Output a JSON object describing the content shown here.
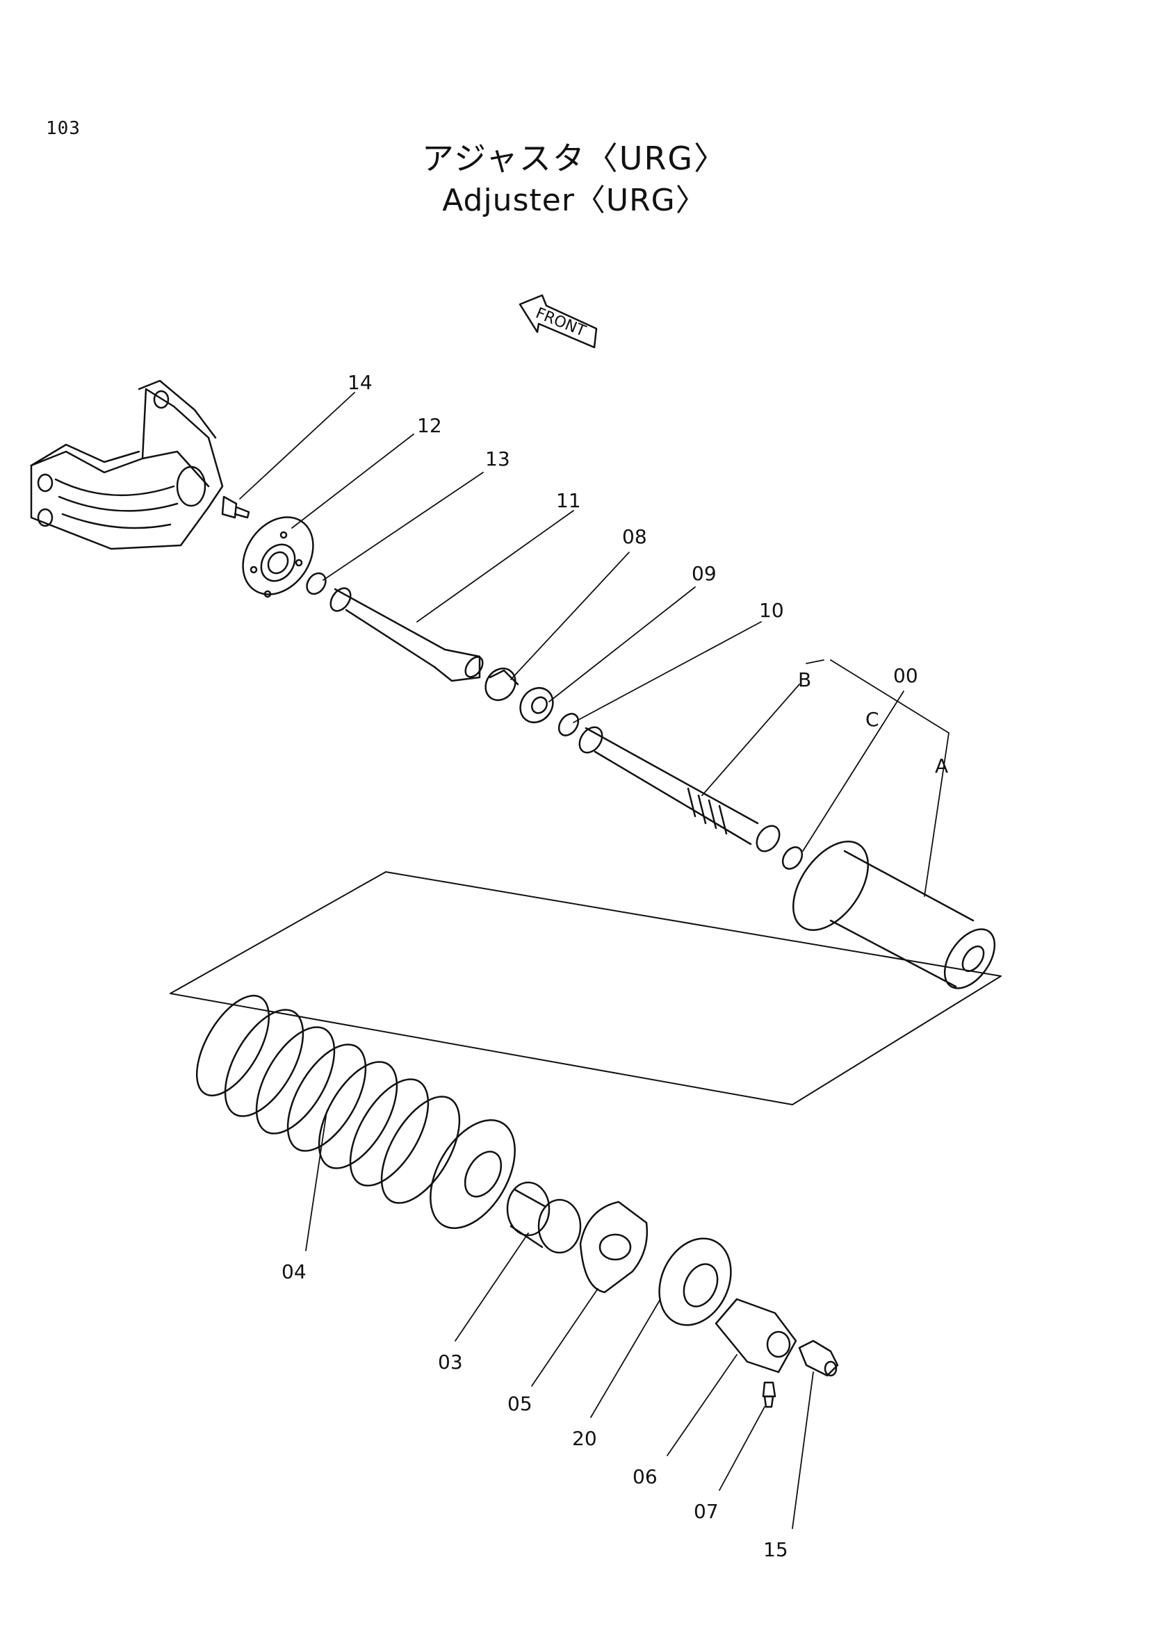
{
  "page_number": "103",
  "title_jp": "アジャスタ〈URG〉",
  "title_en": "Adjuster〈URG〉",
  "front_label": "FRONT",
  "callouts": {
    "p14": "14",
    "p12": "12",
    "p13": "13",
    "p11": "11",
    "p08": "08",
    "p09": "09",
    "p10": "10",
    "pB": "B",
    "p00": "00",
    "pC": "C",
    "pA": "A",
    "p04": "04",
    "p03": "03",
    "p05": "05",
    "p20": "20",
    "p06": "06",
    "p07": "07",
    "p15": "15"
  }
}
